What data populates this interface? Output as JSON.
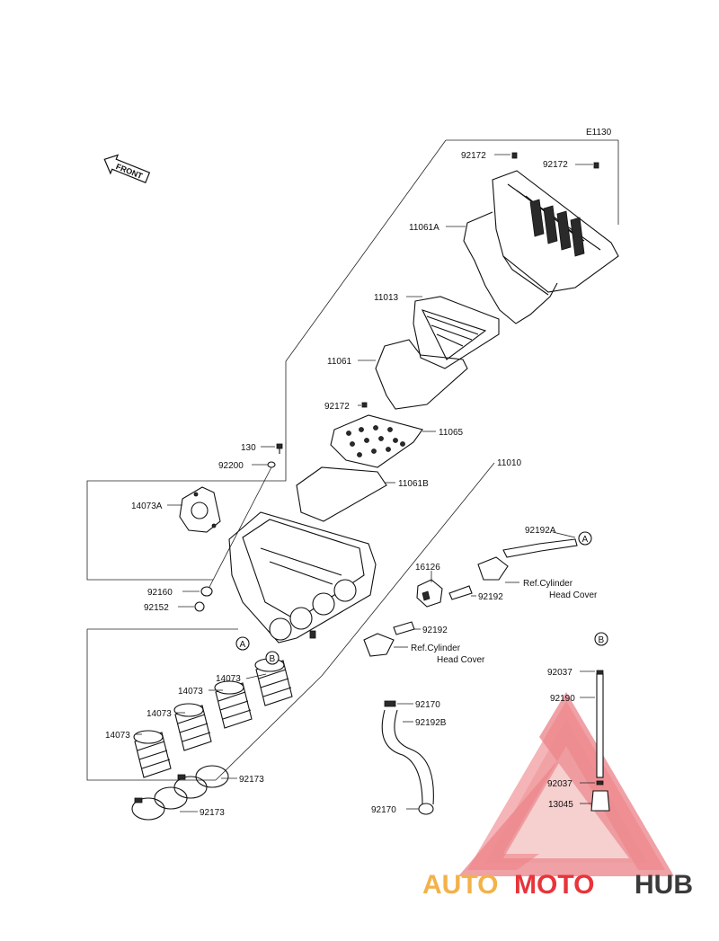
{
  "diagram_code": "E1130",
  "front_label": "FRONT",
  "watermark": {
    "brand_auto": "AUTO",
    "brand_moto": "MOTO",
    "brand_hub": "HUB",
    "color_auto": "#f2b24a",
    "color_moto": "#e8343a",
    "color_hub": "#3a3a3a"
  },
  "parts": {
    "p92172_a": "92172",
    "p92172_b": "92172",
    "p92172_c": "92172",
    "p11061A": "11061A",
    "p11013": "11013",
    "p11061": "11061",
    "p11065": "11065",
    "p130": "130",
    "p92200": "92200",
    "p11061B": "11061B",
    "p11010": "11010",
    "p14073A": "14073A",
    "p92192A": "92192A",
    "p16126": "16126",
    "p92192_a": "92192",
    "p92192_b": "92192",
    "p92160": "92160",
    "p92152": "92152",
    "p14073_a": "14073",
    "p14073_b": "14073",
    "p14073_c": "14073",
    "p14073_d": "14073",
    "p92170_a": "92170",
    "p92192B": "92192B",
    "p92173_a": "92173",
    "p92173_b": "92173",
    "p92170_b": "92170",
    "p92037_a": "92037",
    "p92190": "92190",
    "p92037_b": "92037",
    "p13045": "13045"
  },
  "refs": {
    "ref1_line1": "Ref.Cylinder",
    "ref1_line2": "Head Cover",
    "ref2_line1": "Ref.Cylinder",
    "ref2_line2": "Head Cover"
  },
  "markers": {
    "a1": "A",
    "a2": "A",
    "b1": "B",
    "b2": "B"
  }
}
